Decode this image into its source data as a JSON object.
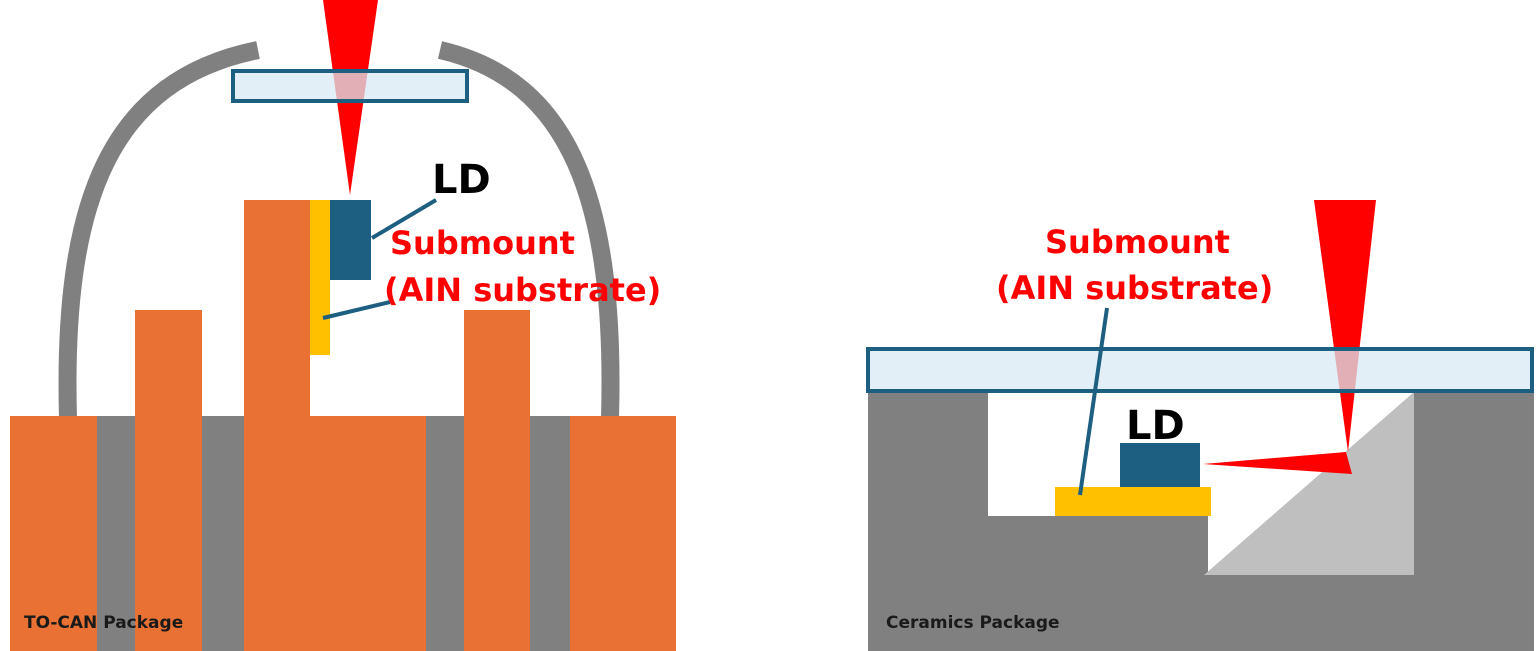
{
  "colors": {
    "copper": "#E87133",
    "gray": "#808080",
    "light_gray": "#BFBFBF",
    "laser": "#FF0000",
    "window_fill": "#DAE9F3",
    "window_stroke": "#1D5F80",
    "ld_chip": "#1D5F80",
    "submount": "#FFC000",
    "label_red": "#FF0000"
  },
  "left_diagram": {
    "ld_label": "LD",
    "submount_line1": "Submount",
    "submount_line2": "(AIN substrate)",
    "package_label": "TO-CAN Package"
  },
  "right_diagram": {
    "ld_label": "LD",
    "submount_line1": "Submount",
    "submount_line2": "(AIN substrate)",
    "package_label": "Ceramics Package"
  }
}
